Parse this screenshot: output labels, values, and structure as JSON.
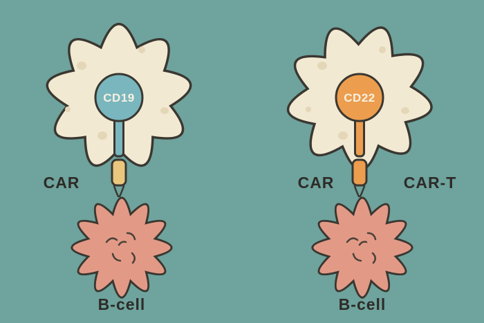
{
  "illustration": {
    "left_panel": {
      "receptor_label": "CD19",
      "car_label": "CAR",
      "bcell_label": "B-cell"
    },
    "right_panel": {
      "receptor_label": "CD22",
      "car_label": "CAR",
      "cart_label": "CAR-T",
      "bcell_label": "B-cell"
    },
    "colors": {
      "background": "#6FA39D",
      "outline": "#3A3731",
      "cart_cell_body": "#F2E9D2",
      "cart_cell_spots": "#E4D7B8",
      "cd19_receptor": "#79B6BD",
      "cd22_receptor": "#EC9D4E",
      "car_domain_left": "#EAC77C",
      "car_domain_right": "#EC9D4E",
      "bcell_body": "#E29A86",
      "label_text": "#2D2B27",
      "receptor_text": "#F7F1E1"
    }
  }
}
